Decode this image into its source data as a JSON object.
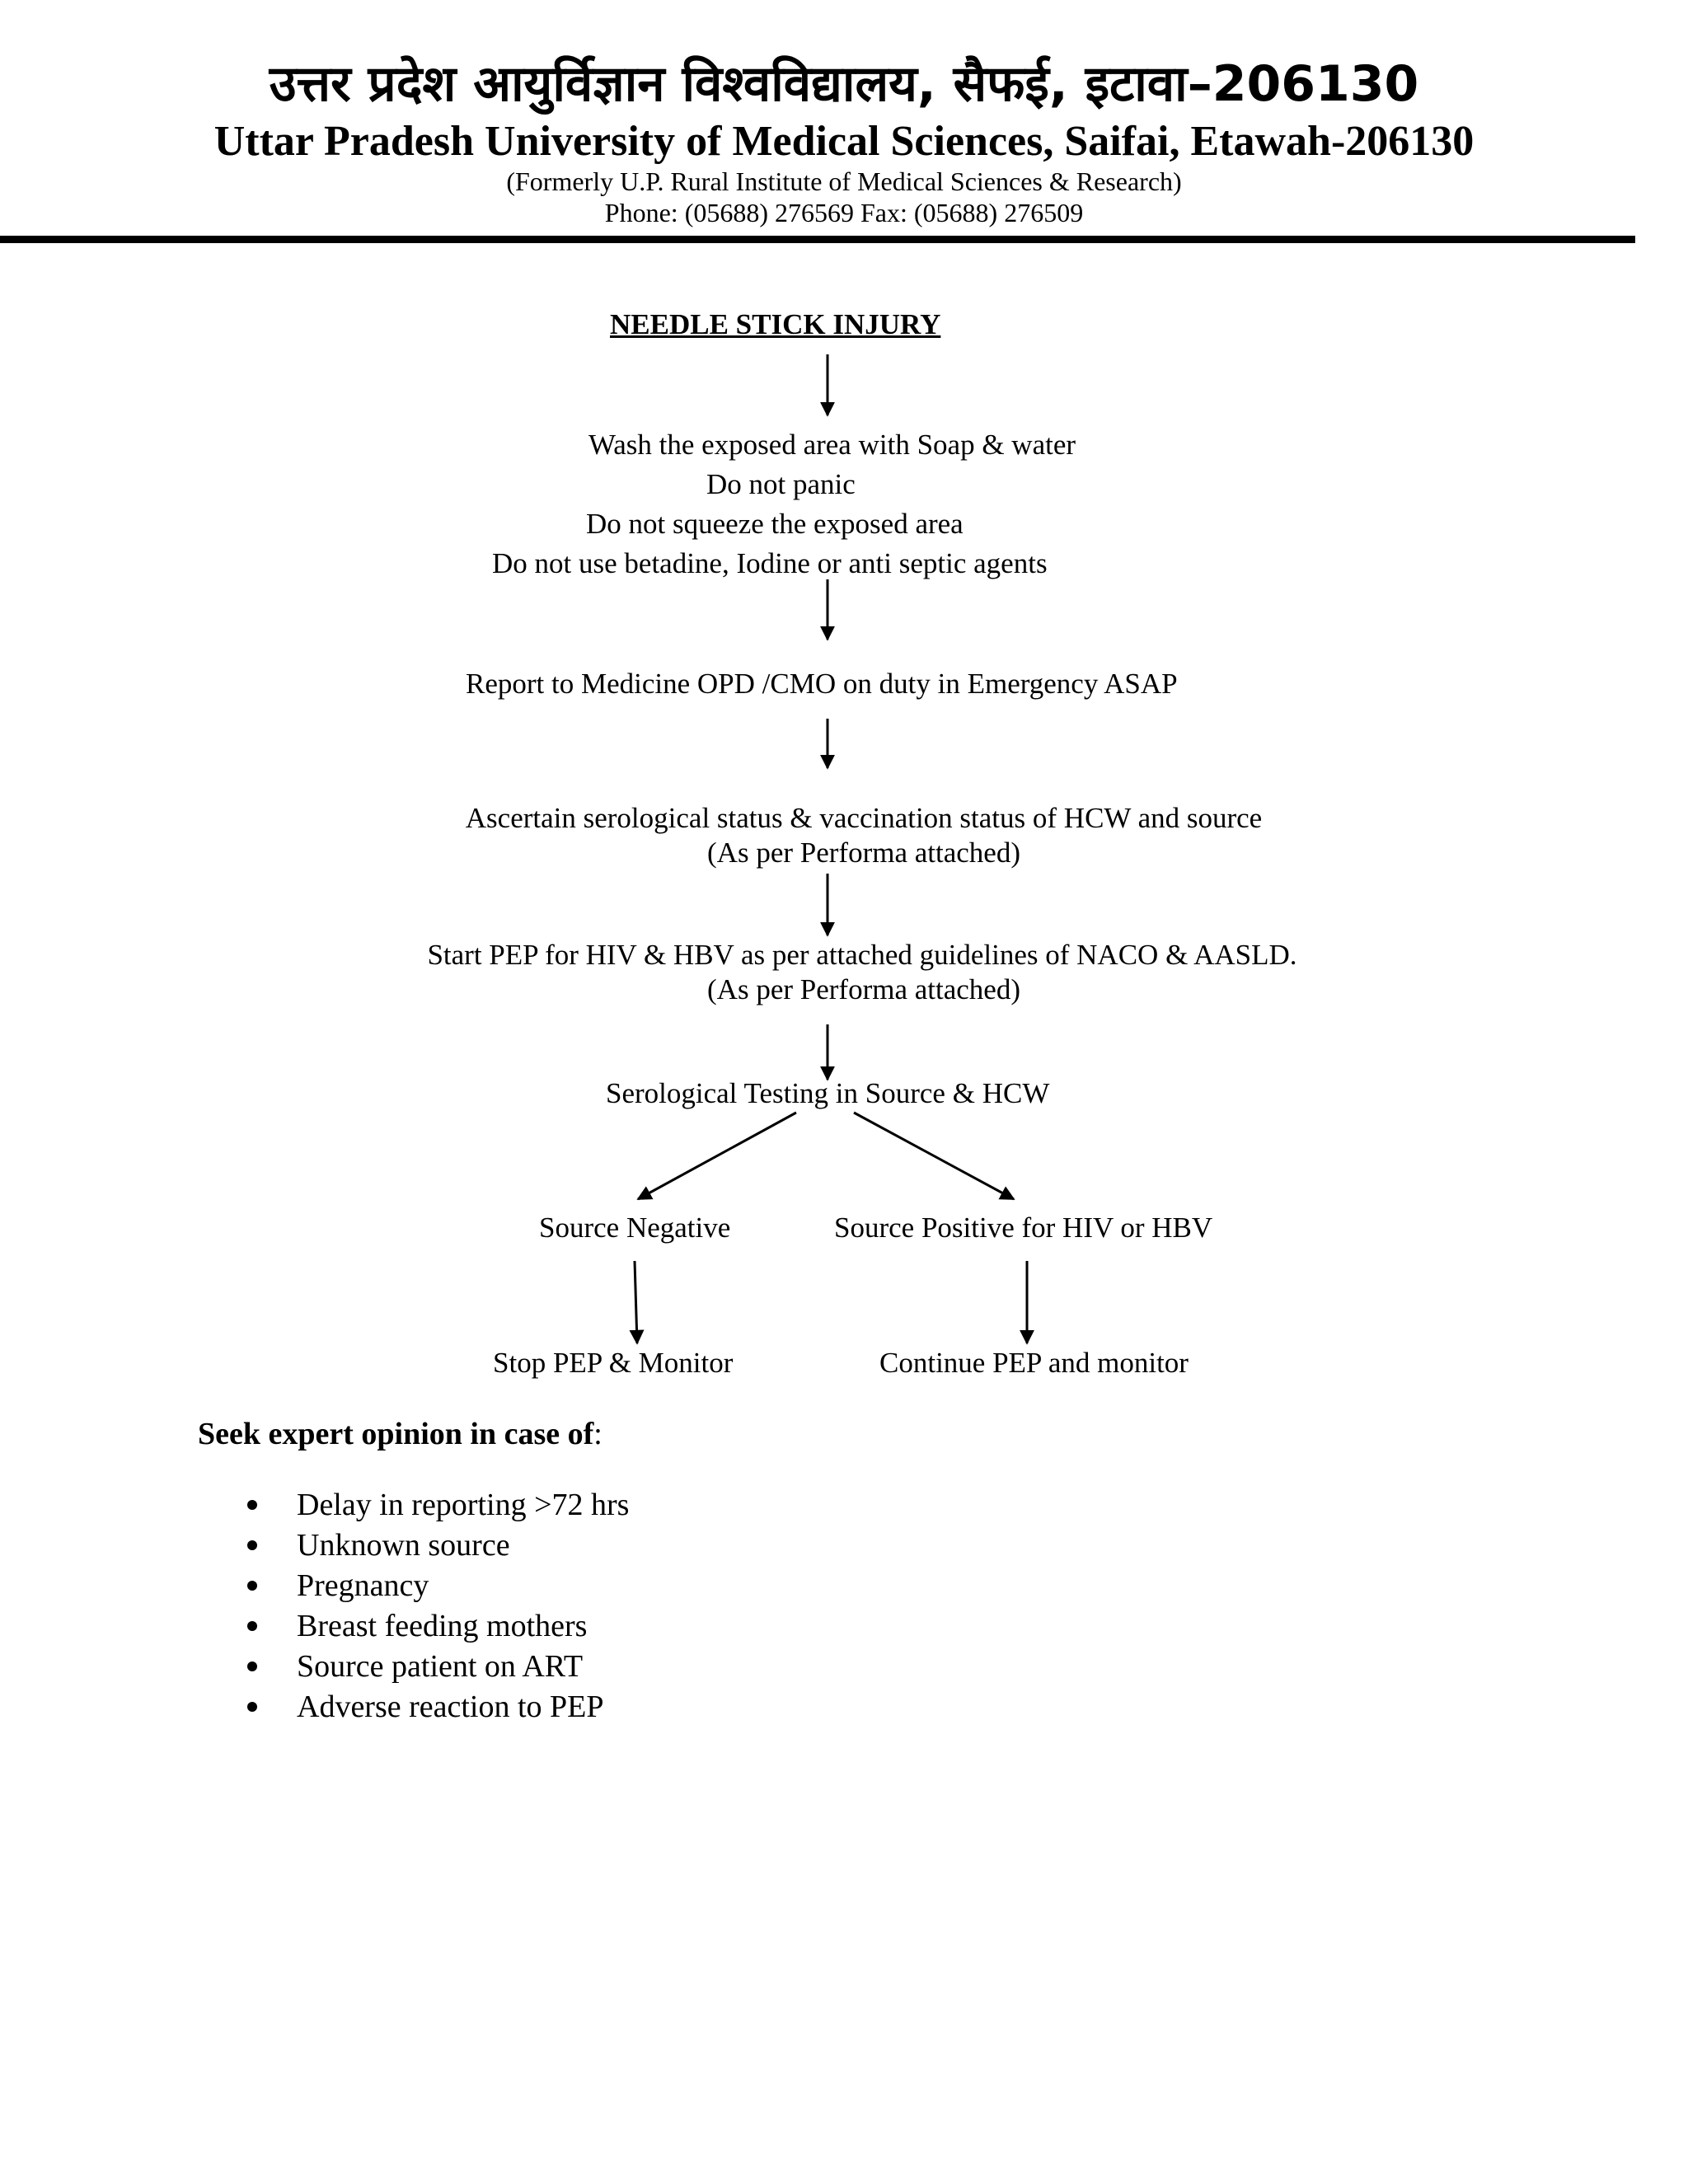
{
  "header": {
    "hindi_name": "उत्तर प्रदेश आयुर्विज्ञान विश्वविद्यालय, सैफई, इटावा–206130",
    "english_name": "Uttar Pradesh University of Medical Sciences, Saifai, Etawah-206130",
    "formerly": "(Formerly U.P. Rural Institute of Medical Sciences & Research)",
    "contact": "Phone: (05688) 276569 Fax: (05688) 276509"
  },
  "flowchart": {
    "title": "NEEDLE STICK INJURY",
    "first_aid": {
      "line1": "Wash the exposed area with Soap & water",
      "line2": "Do not panic",
      "line3": "Do not squeeze the exposed area",
      "line4": "Do not use betadine, Iodine or anti septic agents"
    },
    "report": "Report to Medicine OPD /CMO on duty in Emergency ASAP",
    "ascertain": "Ascertain serological status & vaccination status of HCW and source",
    "ascertain_note": "(As per Performa attached)",
    "start_pep": "Start PEP for HIV & HBV as per attached guidelines of NACO & AASLD.",
    "start_pep_note": "(As per Performa attached)",
    "testing": "Serological Testing in Source & HCW",
    "source_negative": "Source Negative",
    "source_positive": "Source Positive for HIV or HBV",
    "stop_pep": "Stop PEP & Monitor",
    "continue_pep": "Continue PEP and monitor"
  },
  "expert_opinion": {
    "heading_bold": "Seek expert opinion in case of",
    "heading_suffix": ":",
    "items": [
      "Delay in reporting >72 hrs",
      "Unknown source",
      "Pregnancy",
      "Breast feeding mothers",
      "Source patient on ART",
      "Adverse reaction to PEP"
    ]
  }
}
